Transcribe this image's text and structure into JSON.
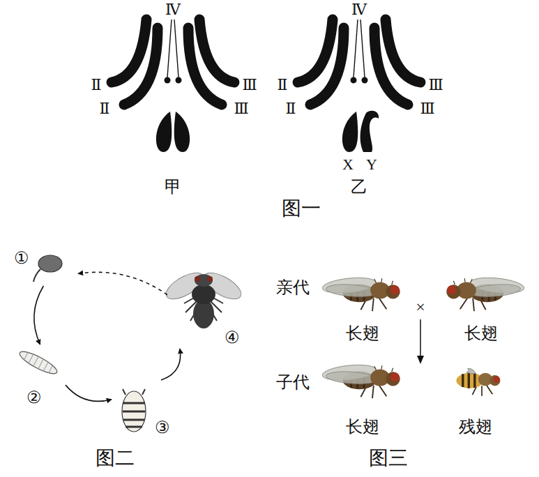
{
  "diagram": {
    "nodes": [
      {
        "text": [
          "①"
        ]
      },
      {
        "text": [
          "②"
        ]
      },
      {
        "text": [
          "③"
        ]
      },
      {
        "text": [
          "④"
        ]
      }
    ],
    "edges": [
      {
        "from": 0,
        "to": 1,
        "arrow": "to"
      },
      {
        "from": 1,
        "to": 2,
        "arrow": "to"
      },
      {
        "from": 2,
        "to": 3,
        "arrow": "to"
      },
      {
        "from": 3,
        "to": 0,
        "arrow": "to"
      }
    ],
    "labels": [
      "Ⅳ",
      "Ⅱ",
      "Ⅱ",
      "Ⅲ",
      "Ⅲ",
      "甲",
      "Ⅳ",
      "Ⅱ",
      "Ⅱ",
      "Ⅲ",
      "Ⅲ",
      "X",
      "Y",
      "乙",
      "图一",
      "图二",
      "亲代",
      "×",
      "长翅",
      "长翅",
      "子代",
      "长翅",
      "残翅",
      "图三"
    ]
  }
}
